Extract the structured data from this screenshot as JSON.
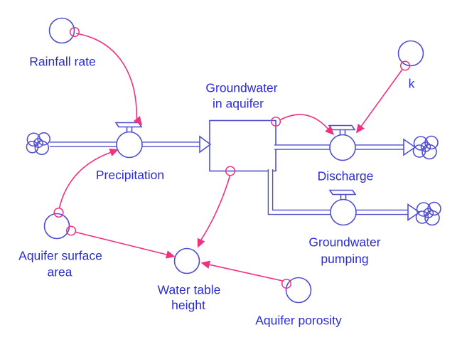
{
  "colors": {
    "shape_blue": "#4f4fd0",
    "label_blue": "#2b2bd8",
    "connector_pink": "#f1307f",
    "background": "#ffffff"
  },
  "stock": {
    "name": "Groundwater in aquifer",
    "label_lines": [
      "Groundwater",
      "in aquifer"
    ]
  },
  "flows": [
    {
      "name": "Precipitation",
      "label_lines": [
        "Precipitation"
      ],
      "from": "cloud-source",
      "to": "Groundwater in aquifer"
    },
    {
      "name": "Discharge",
      "label_lines": [
        "Discharge"
      ],
      "from": "Groundwater in aquifer",
      "to": "cloud-sink"
    },
    {
      "name": "Groundwater pumping",
      "label_lines": [
        "Groundwater",
        "pumping"
      ],
      "from": "Groundwater in aquifer",
      "to": "cloud-sink"
    }
  ],
  "converters": [
    {
      "name": "Rainfall rate",
      "label_lines": [
        "Rainfall rate"
      ]
    },
    {
      "name": "Aquifer surface area",
      "label_lines": [
        "Aquifer surface",
        "area"
      ]
    },
    {
      "name": "Water table height",
      "label_lines": [
        "Water table",
        "height"
      ]
    },
    {
      "name": "Aquifer porosity",
      "label_lines": [
        "Aquifer porosity"
      ]
    },
    {
      "name": "k",
      "label_lines": [
        "k"
      ]
    }
  ],
  "influences": [
    {
      "from": "Rainfall rate",
      "to": "Precipitation"
    },
    {
      "from": "Aquifer surface area",
      "to": "Precipitation"
    },
    {
      "from": "Groundwater in aquifer",
      "to": "Discharge"
    },
    {
      "from": "k",
      "to": "Discharge"
    },
    {
      "from": "Groundwater in aquifer",
      "to": "Water table height"
    },
    {
      "from": "Aquifer surface area",
      "to": "Water table height"
    },
    {
      "from": "Aquifer porosity",
      "to": "Water table height"
    }
  ]
}
